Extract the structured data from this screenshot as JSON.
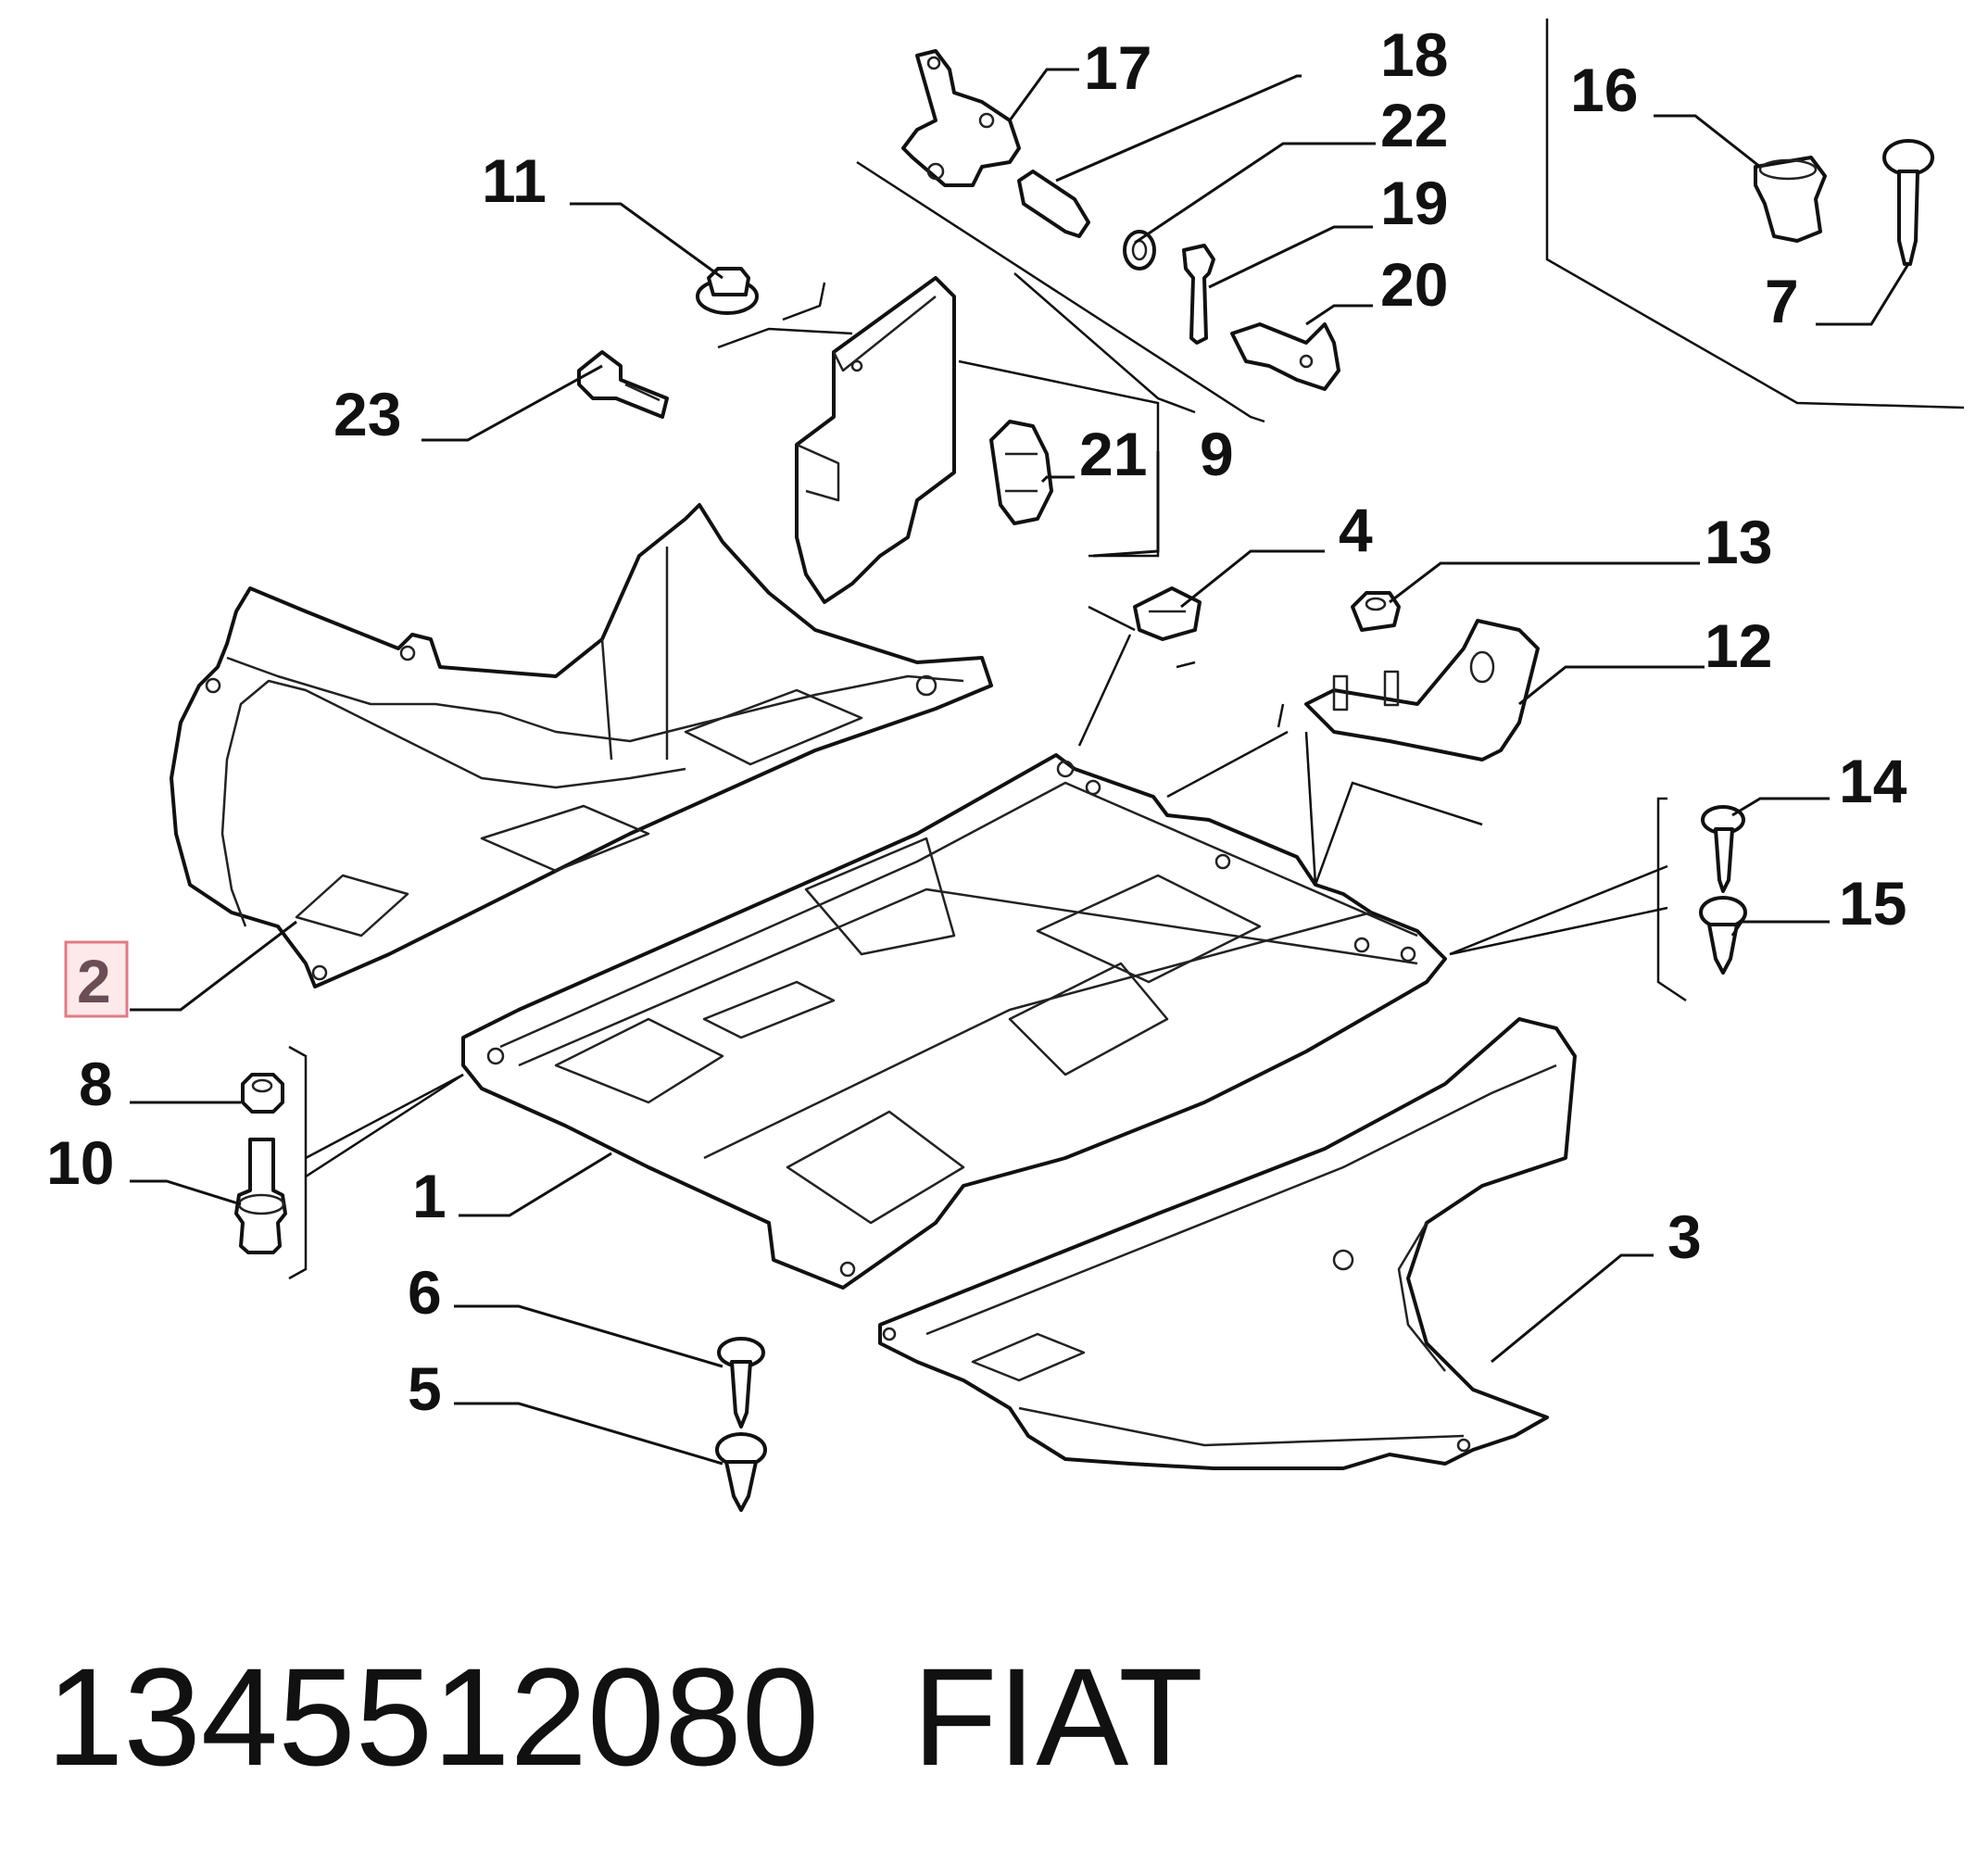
{
  "diagram": {
    "part_number": "1345512080",
    "brand": "FIAT",
    "highlighted_callout": "2",
    "callouts": {
      "c1": "1",
      "c2": "2",
      "c3": "3",
      "c4": "4",
      "c5": "5",
      "c6": "6",
      "c7": "7",
      "c8": "8",
      "c9": "9",
      "c10": "10",
      "c11": "11",
      "c12": "12",
      "c13": "13",
      "c14": "14",
      "c15": "15",
      "c16": "16",
      "c17": "17",
      "c18": "18",
      "c19": "19",
      "c20": "20",
      "c21": "21",
      "c22": "22",
      "c23": "23"
    }
  }
}
